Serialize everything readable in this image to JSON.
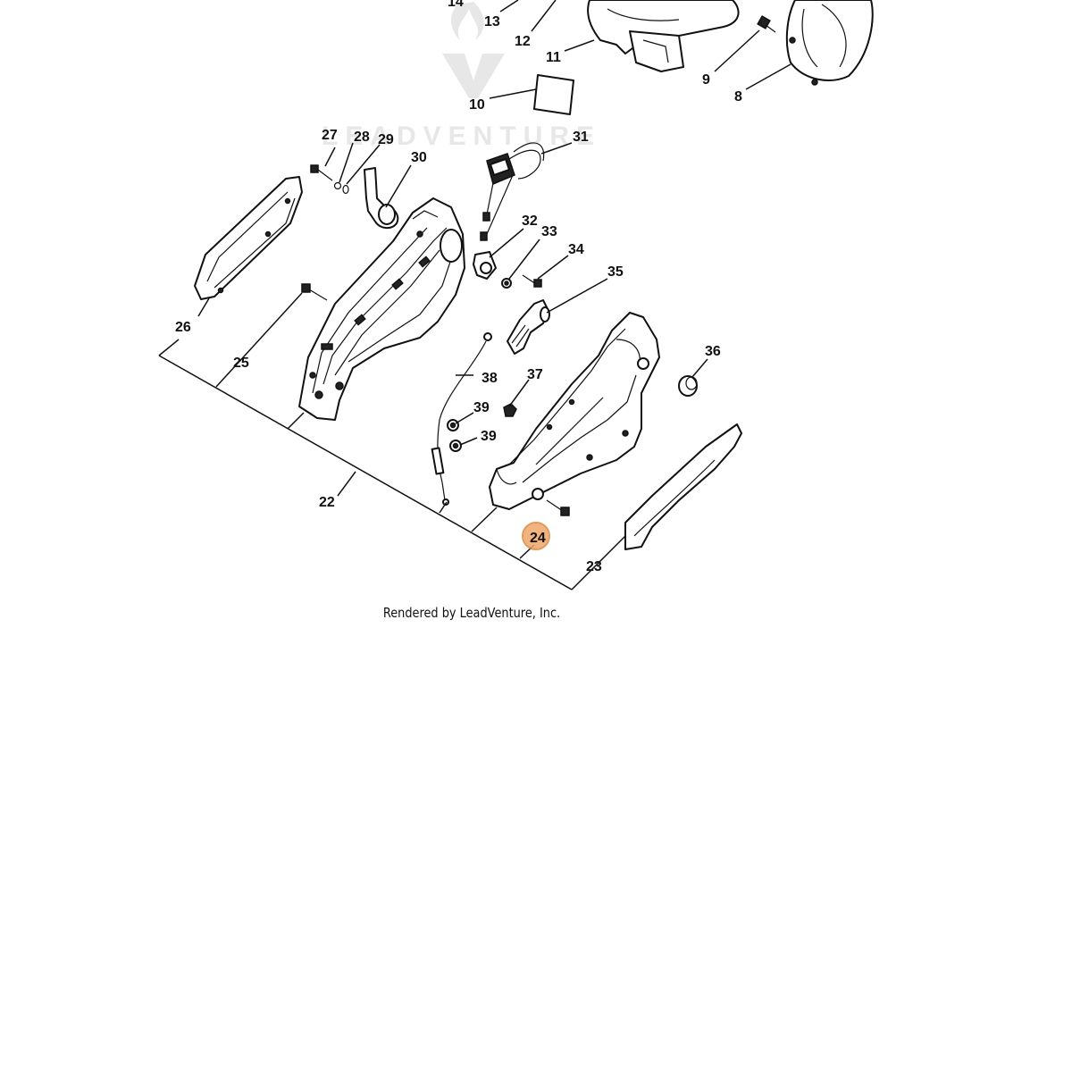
{
  "callouts": {
    "p8": "8",
    "p9": "9",
    "p10": "10",
    "p11": "11",
    "p12": "12",
    "p13": "13",
    "p14": "14",
    "p22": "22",
    "p23": "23",
    "p24": "24",
    "p25": "25",
    "p26": "26",
    "p27": "27",
    "p28": "28",
    "p29": "29",
    "p30": "30",
    "p31": "31",
    "p32": "32",
    "p33": "33",
    "p34": "34",
    "p35": "35",
    "p36": "36",
    "p37": "37",
    "p38": "38",
    "p39a": "39",
    "p39b": "39"
  },
  "highlighted_part": "24",
  "highlight_color": "#f0a868",
  "watermark": {
    "text": "LEADVENTURE"
  },
  "footer": {
    "credit": "Rendered by LeadVenture, Inc."
  }
}
